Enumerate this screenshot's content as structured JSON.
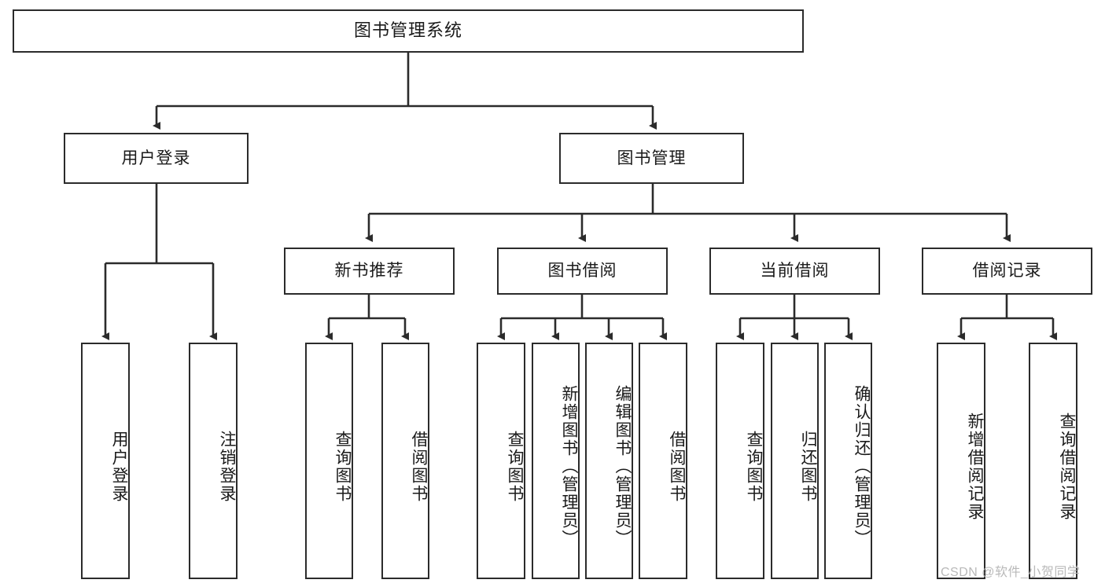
{
  "diagram": {
    "title": "图书管理系统",
    "type": "tree-hierarchy-chart",
    "root": {
      "label": "图书管理系统"
    },
    "level2": [
      {
        "label": "用户登录"
      },
      {
        "label": "图书管理"
      }
    ],
    "level3": [
      {
        "label": "新书推荐"
      },
      {
        "label": "图书借阅"
      },
      {
        "label": "当前借阅"
      },
      {
        "label": "借阅记录"
      }
    ],
    "leaves": {
      "user_login": [
        {
          "label": "用户登录"
        },
        {
          "label": "注销登录"
        }
      ],
      "new_book_recommend": [
        {
          "label": "查询图书"
        },
        {
          "label": "借阅图书"
        }
      ],
      "book_borrow": [
        {
          "label": "查询图书"
        },
        {
          "label": "新增图书（管理员）"
        },
        {
          "label": "编辑图书（管理员）"
        },
        {
          "label": "借阅图书"
        }
      ],
      "current_borrow": [
        {
          "label": "查询图书"
        },
        {
          "label": "归还图书"
        },
        {
          "label": "确认归还（管理员）"
        }
      ],
      "borrow_records": [
        {
          "label": "新增借阅记录"
        },
        {
          "label": "查询借阅记录"
        }
      ]
    }
  },
  "watermark": {
    "text": "CSDN @软件_小贺同学"
  },
  "colors": {
    "stroke": "#2b2b2b",
    "box_fill": "#ffffff",
    "text": "#1a1a1a",
    "watermark": "#b9b9b9",
    "background": "#ffffff"
  }
}
